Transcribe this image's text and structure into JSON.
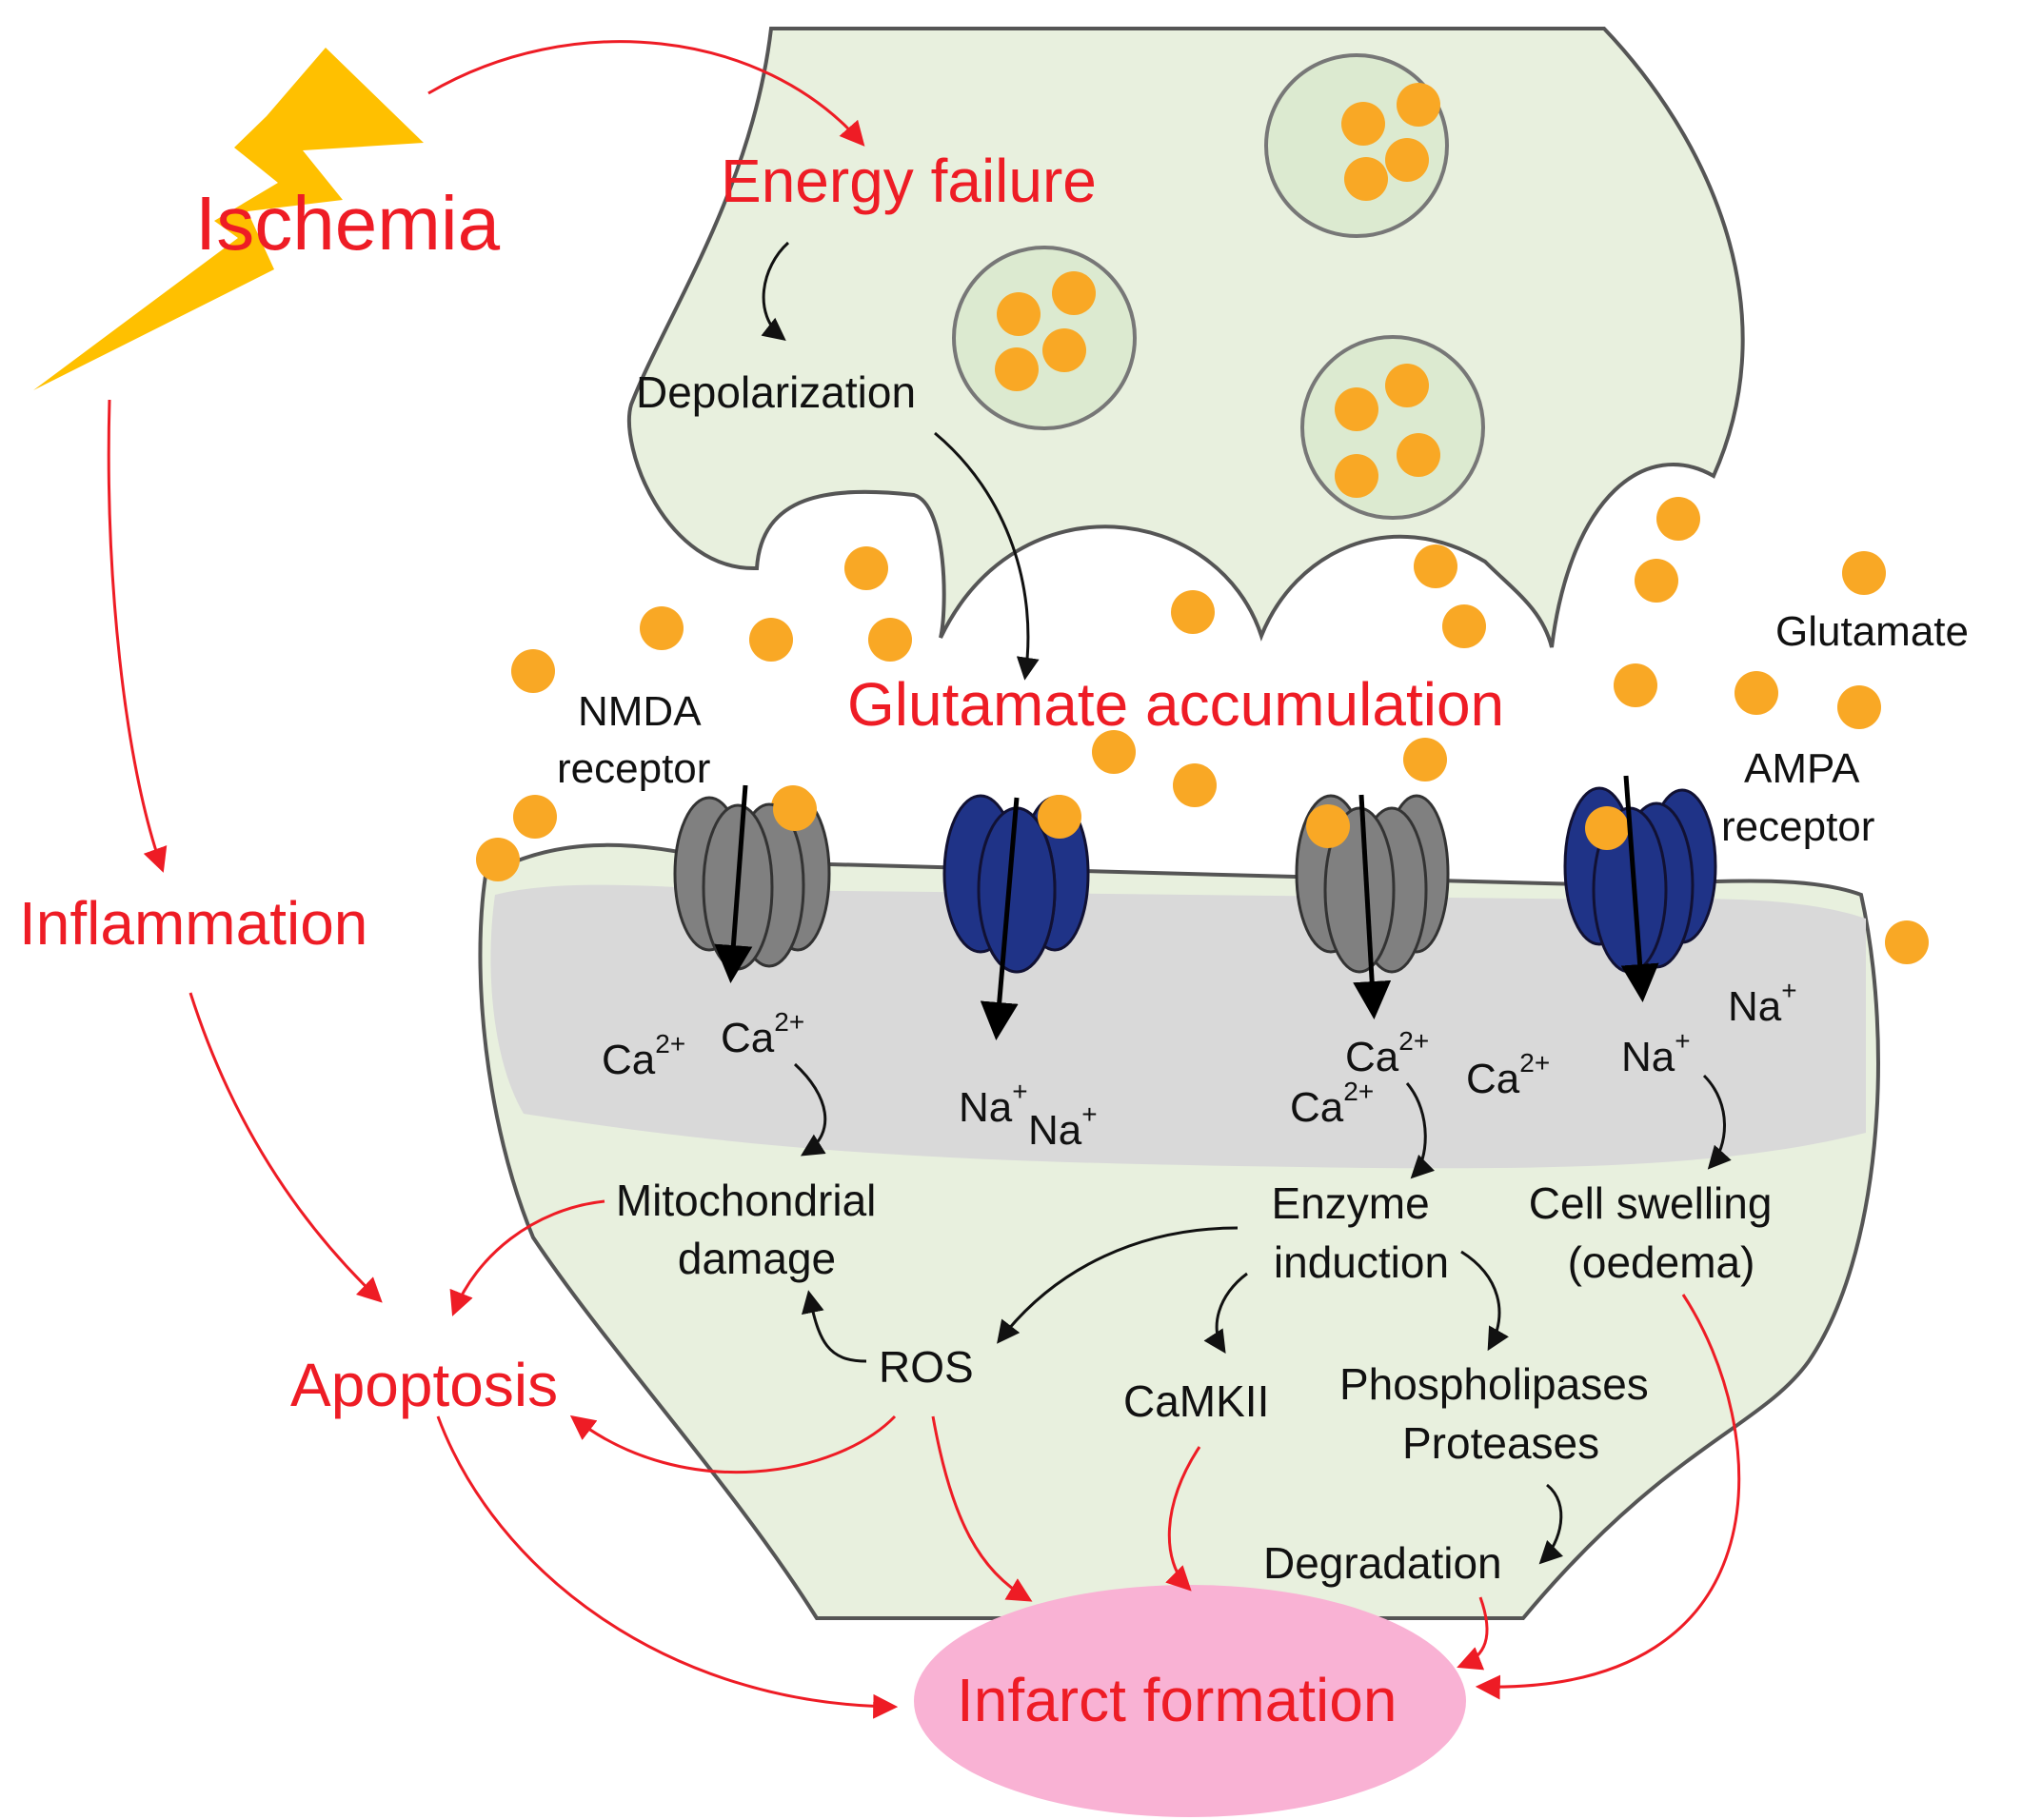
{
  "ischemia": "Ischemia",
  "energy_failure": "Energy failure",
  "depolarization": "Depolarization",
  "glutamate_accumulation": "Glutamate accumulation",
  "glutamate": "Glutamate",
  "nmda_receptor": [
    "NMDA",
    "receptor"
  ],
  "ampa_receptor": [
    "AMPA",
    "receptor"
  ],
  "inflammation": "Inflammation",
  "apoptosis": "Apoptosis",
  "infarct_formation": "Infarct formation",
  "ions": {
    "ca": "Ca",
    "ca_charge": "2+",
    "na": "Na",
    "na_charge": "+"
  },
  "mitochondrial_damage": [
    "Mitochondrial",
    "damage"
  ],
  "enzyme_induction": [
    "Enzyme",
    "induction"
  ],
  "cell_swelling": [
    "Cell swelling",
    "(oedema)"
  ],
  "ros": "ROS",
  "camkii": "CaMKII",
  "phospholipases": "Phospholipases",
  "proteases": "Proteases",
  "degradation": "Degradation",
  "colors": {
    "neuron_fill": "#e8f0de",
    "cytoplasm_grey": "#d9d9d9",
    "glutamate": "#f9a825",
    "nmda": "#808080",
    "ampa": "#1f3387",
    "bolt": "#ffc000",
    "red_text": "#ee1c25",
    "infarct_fill": "#f9b2d4"
  }
}
